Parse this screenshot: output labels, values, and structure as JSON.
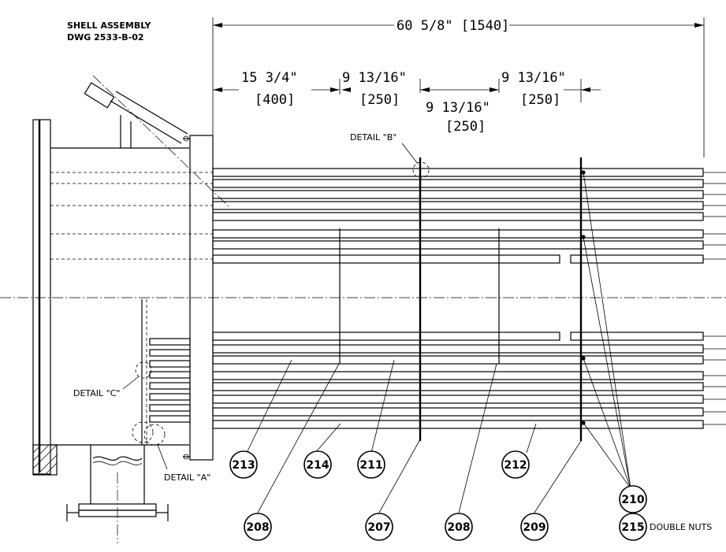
{
  "title": {
    "line1": "SHELL ASSEMBLY",
    "line2": "DWG 2533-B-02"
  },
  "dimensions": {
    "overall": "60 5/8\" [1540]",
    "d1_in": "15 3/4\"",
    "d1_mm": "[400]",
    "d2_in": "9 13/16\"",
    "d2_mm": "[250]",
    "d3_in": "9 13/16\"",
    "d3_mm": "[250]",
    "d4_in": "9 13/16\"",
    "d4_mm": "[250]"
  },
  "details": {
    "a": "DETAIL \"A\"",
    "b": "DETAIL \"B\"",
    "c": "DETAIL \"C\""
  },
  "balloons": {
    "b213": "213",
    "b214": "214",
    "b211": "211",
    "b212": "212",
    "b210": "210",
    "b215": "215",
    "b208a": "208",
    "b207": "207",
    "b208b": "208",
    "b209": "209"
  },
  "notes": {
    "double_nuts": "DOUBLE NUTS"
  }
}
